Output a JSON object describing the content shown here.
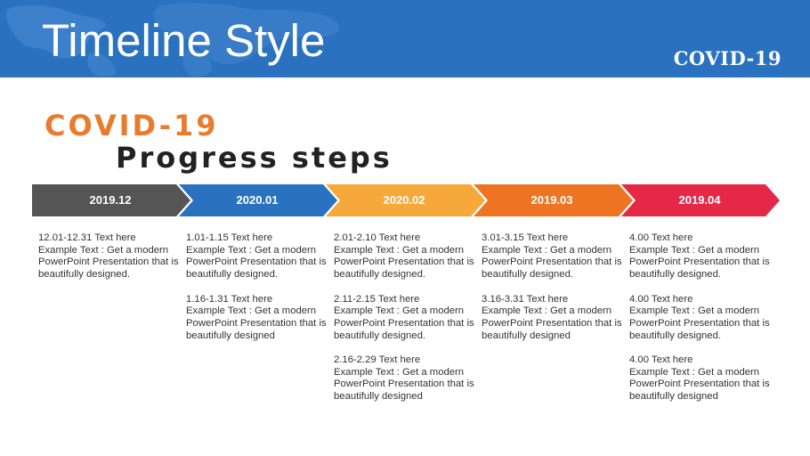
{
  "header": {
    "title": "Timeline Style",
    "badge": "COVID-19",
    "background_color": "#2a72c0"
  },
  "heading": "COVID-19",
  "subheading": "Progress steps",
  "colors": {
    "heading": "#e97b2c",
    "step_1": "#555555",
    "step_2": "#2a72c0",
    "step_3": "#f6a83b",
    "step_4": "#ee7422",
    "step_5": "#e52848"
  },
  "steps": [
    {
      "label": "2019.12",
      "entries": [
        {
          "title": "12.01-12.31 Text here",
          "body": "Example Text : Get a modern PowerPoint  Presentation that is beautifully designed."
        }
      ]
    },
    {
      "label": "2020.01",
      "entries": [
        {
          "title": "1.01-1.15 Text here",
          "body": "Example Text : Get a modern PowerPoint  Presentation that is beautifully designed."
        },
        {
          "title": "1.16-1.31 Text here",
          "body": "Example Text : Get a modern PowerPoint  Presentation that is beautifully designed"
        }
      ]
    },
    {
      "label": "2020.02",
      "entries": [
        {
          "title": "2.01-2.10 Text here",
          "body": "Example Text : Get a modern PowerPoint  Presentation that is beautifully designed."
        },
        {
          "title": "2.11-2.15 Text here",
          "body": "Example Text : Get a modern PowerPoint  Presentation that is beautifully designed."
        },
        {
          "title": "2.16-2.29 Text here",
          "body": "Example Text : Get a modern PowerPoint  Presentation that is beautifully designed"
        }
      ]
    },
    {
      "label": "2019.03",
      "entries": [
        {
          "title": "3.01-3.15 Text here",
          "body": "Example Text : Get a modern PowerPoint  Presentation that is beautifully designed."
        },
        {
          "title": "3.16-3.31 Text here",
          "body": "Example Text : Get a modern PowerPoint  Presentation that is beautifully designed"
        }
      ]
    },
    {
      "label": "2019.04",
      "entries": [
        {
          "title": "4.00 Text here",
          "body": "Example Text : Get a modern PowerPoint  Presentation that is beautifully designed."
        },
        {
          "title": "4.00 Text here",
          "body": "Example Text : Get a modern PowerPoint  Presentation that is beautifully designed."
        },
        {
          "title": "4.00 Text here",
          "body": "Example Text : Get a modern PowerPoint  Presentation that is beautifully designed"
        }
      ]
    }
  ]
}
